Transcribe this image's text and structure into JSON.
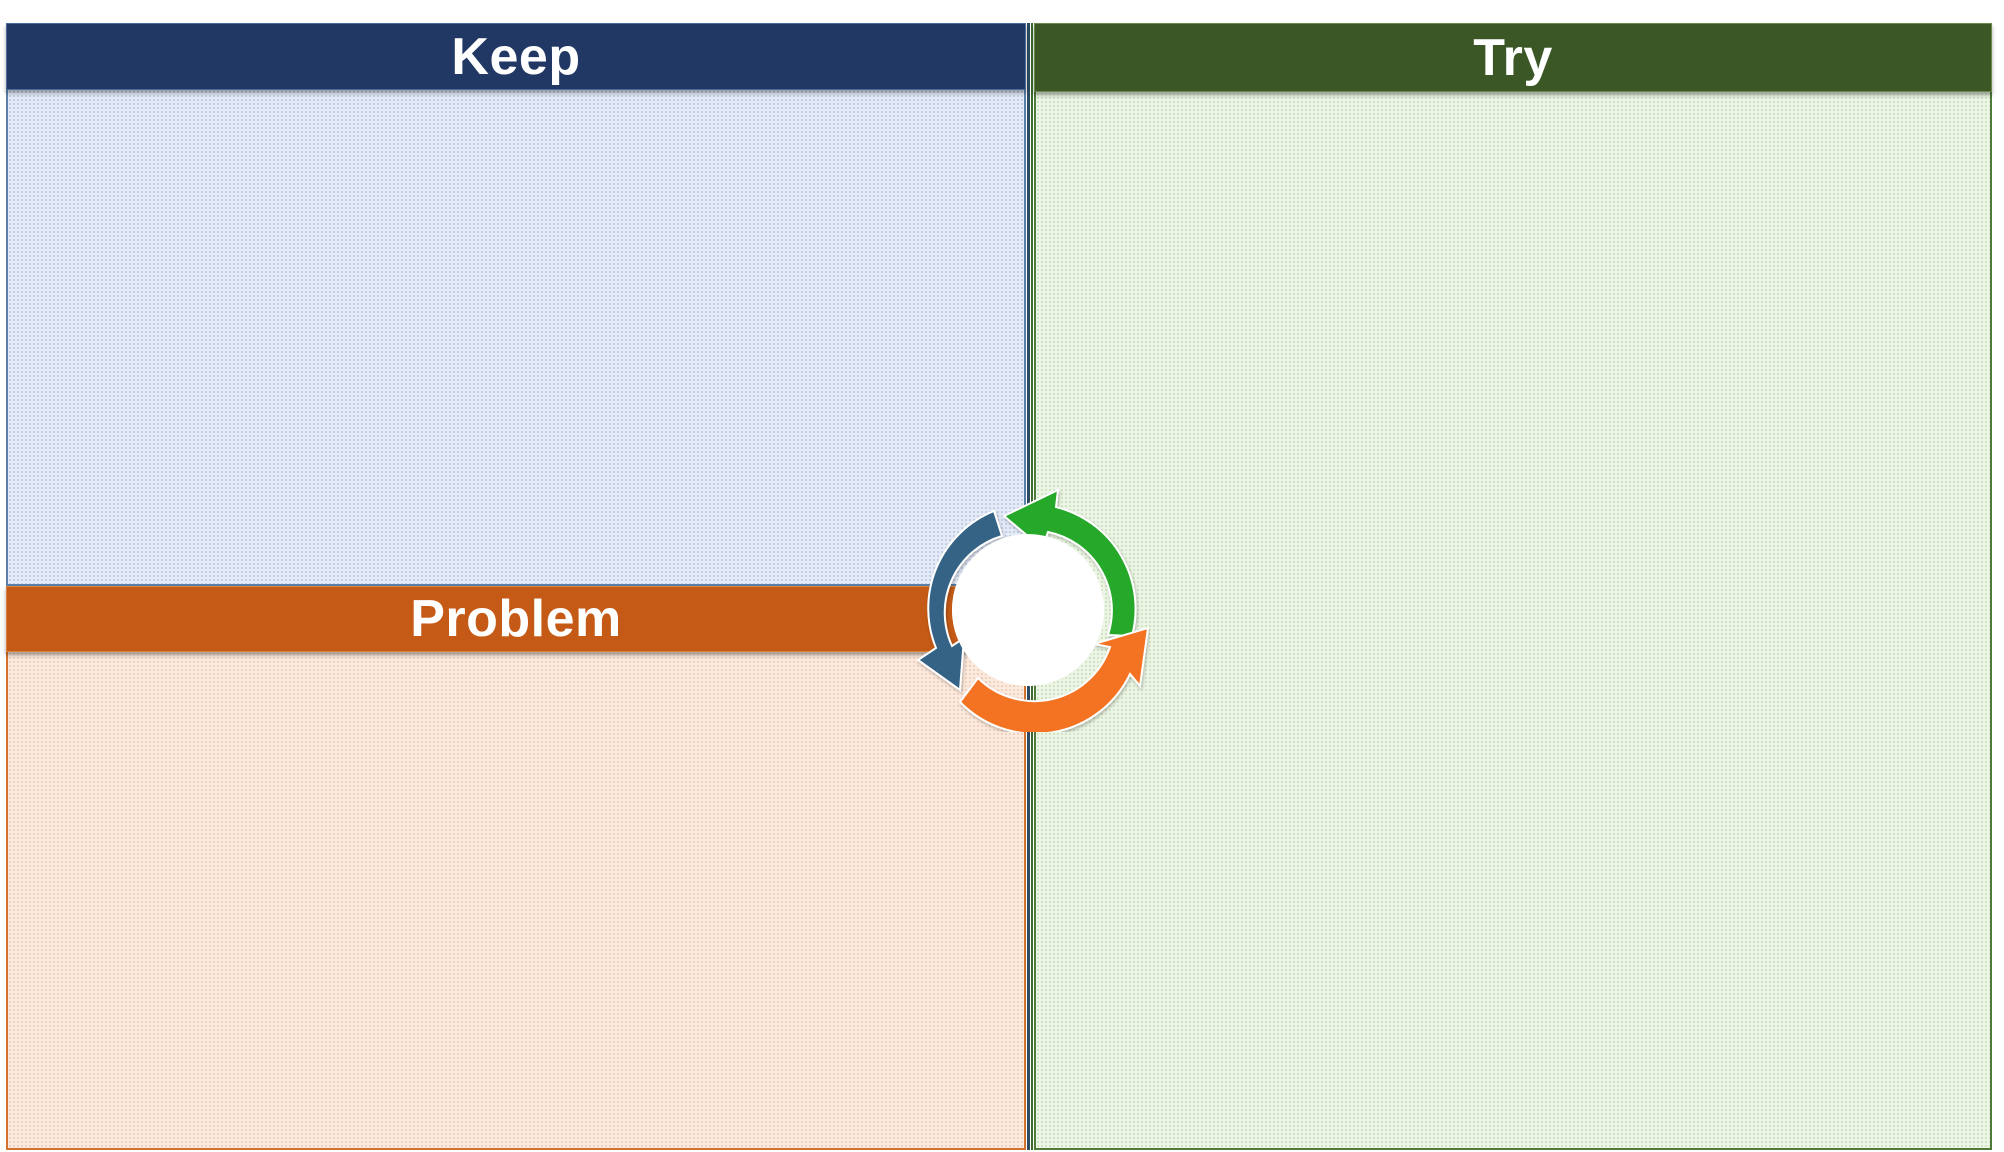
{
  "sections": {
    "keep": {
      "title": "Keep",
      "color": "#213864"
    },
    "try": {
      "title": "Try",
      "color": "#3b5725"
    },
    "problem": {
      "title": "Problem",
      "color": "#c45a15"
    }
  },
  "cycle_icon": {
    "name": "cycle-arrows-icon",
    "arrow_colors": [
      "#346485",
      "#27a82a",
      "#f47320"
    ]
  }
}
